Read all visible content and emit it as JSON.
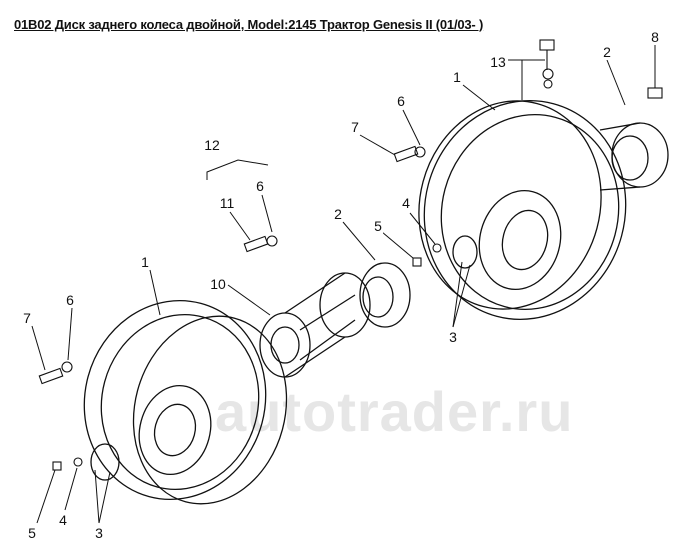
{
  "title": "01B02 Диск заднего колеса двойной, Model:2145 Трактор Genesis II (01/03- )",
  "watermark": "autotrader.ru",
  "callouts": [
    "13",
    "8",
    "2",
    "1",
    "6",
    "7",
    "12",
    "6",
    "11",
    "2",
    "5",
    "4",
    "1",
    "10",
    "3",
    "6",
    "7",
    "5",
    "4",
    "3"
  ]
}
